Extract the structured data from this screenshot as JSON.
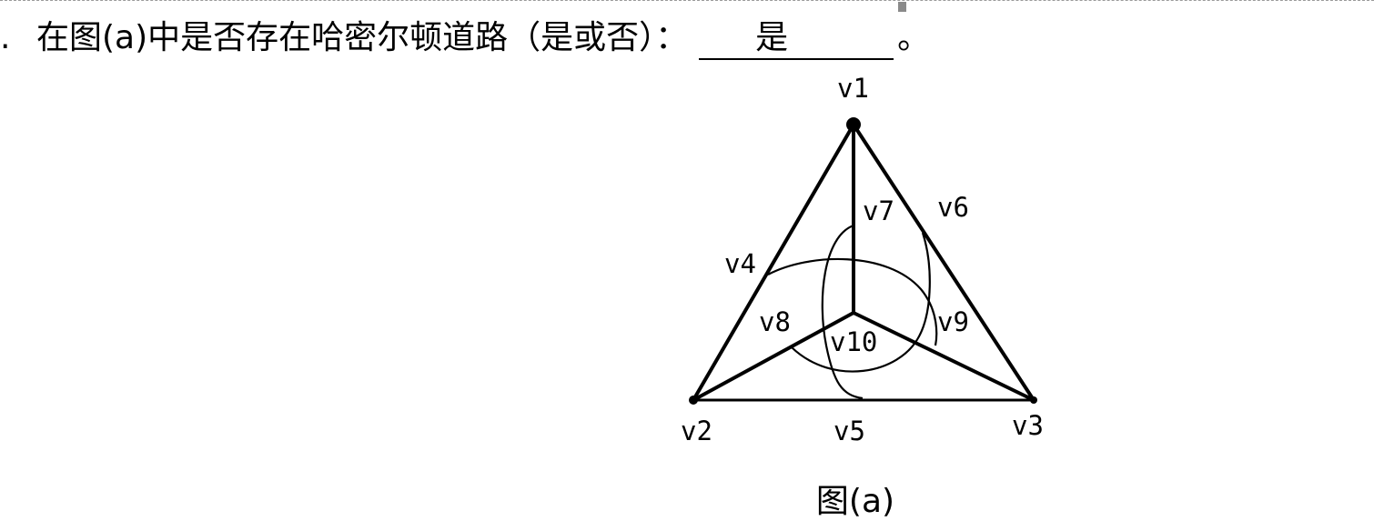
{
  "question": {
    "number": ".",
    "text": "在图(a)中是否存在哈密尔顿道路（是或否）：",
    "answer": "是",
    "end_mark": "。"
  },
  "figure": {
    "caption": "图(a)",
    "vertices": {
      "v1": "v1",
      "v2": "v2",
      "v3": "v3",
      "v4": "v4",
      "v5": "v5",
      "v6": "v6",
      "v7": "v7",
      "v8": "v8",
      "v9": "v9",
      "v10": "v10"
    }
  }
}
